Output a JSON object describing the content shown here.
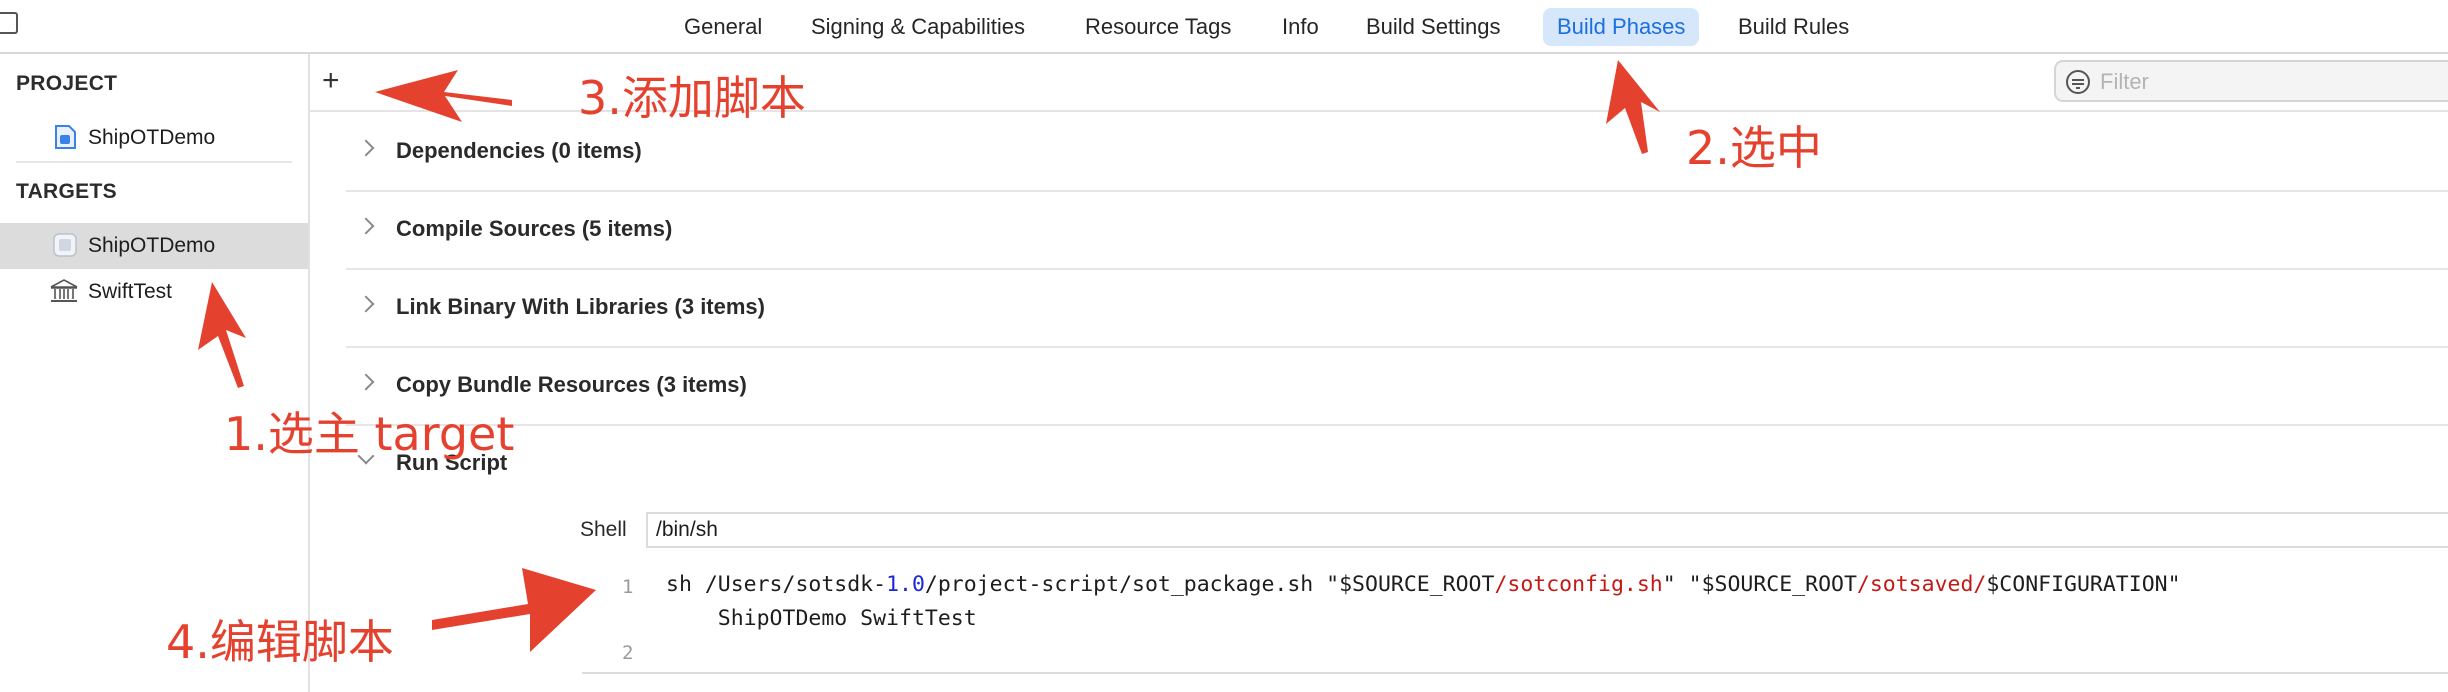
{
  "tabs": [
    {
      "label": "General",
      "active": false
    },
    {
      "label": "Signing & Capabilities",
      "active": false
    },
    {
      "label": "Resource Tags",
      "active": false
    },
    {
      "label": "Info",
      "active": false
    },
    {
      "label": "Build Settings",
      "active": false
    },
    {
      "label": "Build Phases",
      "active": true
    },
    {
      "label": "Build Rules",
      "active": false
    }
  ],
  "sidebar": {
    "project_header": "PROJECT",
    "project_item": "ShipOTDemo",
    "targets_header": "TARGETS",
    "targets": [
      {
        "label": "ShipOTDemo",
        "selected": true
      },
      {
        "label": "SwiftTest",
        "selected": false
      }
    ]
  },
  "toolbar": {
    "add_label": "+",
    "filter_placeholder": "Filter"
  },
  "phases": [
    {
      "title": "Dependencies (0 items)",
      "expanded": false
    },
    {
      "title": "Compile Sources (5 items)",
      "expanded": false
    },
    {
      "title": "Link Binary With Libraries (3 items)",
      "expanded": false
    },
    {
      "title": "Copy Bundle Resources (3 items)",
      "expanded": false
    },
    {
      "title": "Run Script",
      "expanded": true
    }
  ],
  "run_script": {
    "shell_label": "Shell",
    "shell_value": "/bin/sh",
    "line_numbers": [
      "1",
      "2"
    ],
    "code": {
      "seg1": "sh /Users/sotsdk-",
      "seg2": "1.0",
      "seg3": "/project-script/sot_package.sh \"$SOURCE_ROOT",
      "seg4": "/sotconfig.sh",
      "seg5": "\" \"$SOURCE_ROOT",
      "seg6": "/sotsaved/",
      "seg7": "$CONFIGURATION\"",
      "line1b": "    ShipOTDemo SwiftTest"
    }
  },
  "annotations": {
    "step1": "1.选主 target",
    "step2": "2.选中",
    "step3": "3.添加脚本",
    "step4": "4.编辑脚本",
    "color": "#e5412f"
  },
  "colors": {
    "active_tab_bg": "#d6e6fb",
    "active_tab_text": "#1c6fe0",
    "selected_row": "#dcdcdc"
  }
}
